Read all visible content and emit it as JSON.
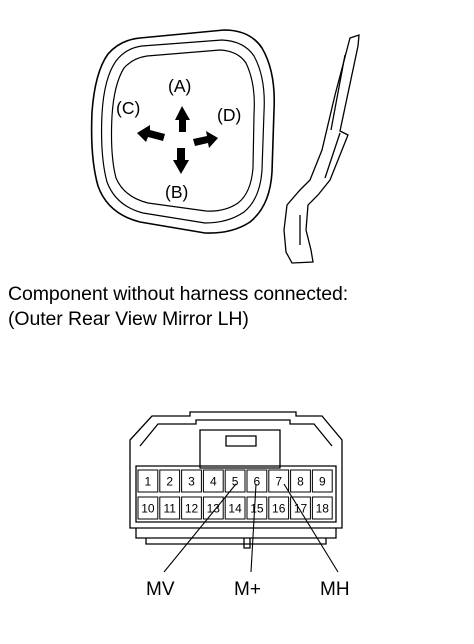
{
  "mirror": {
    "directions": {
      "up": "(A)",
      "down": "(B)",
      "left": "(C)",
      "right": "(D)"
    }
  },
  "caption": {
    "line1": "Component without harness connected:",
    "line2": "(Outer Rear View Mirror LH)"
  },
  "connector": {
    "top_row": [
      "1",
      "2",
      "3",
      "4",
      "5",
      "6",
      "7",
      "8",
      "9"
    ],
    "bottom_row": [
      "10",
      "11",
      "12",
      "13",
      "14",
      "15",
      "16",
      "17",
      "18"
    ],
    "callouts": [
      "MV",
      "M+",
      "MH"
    ]
  }
}
